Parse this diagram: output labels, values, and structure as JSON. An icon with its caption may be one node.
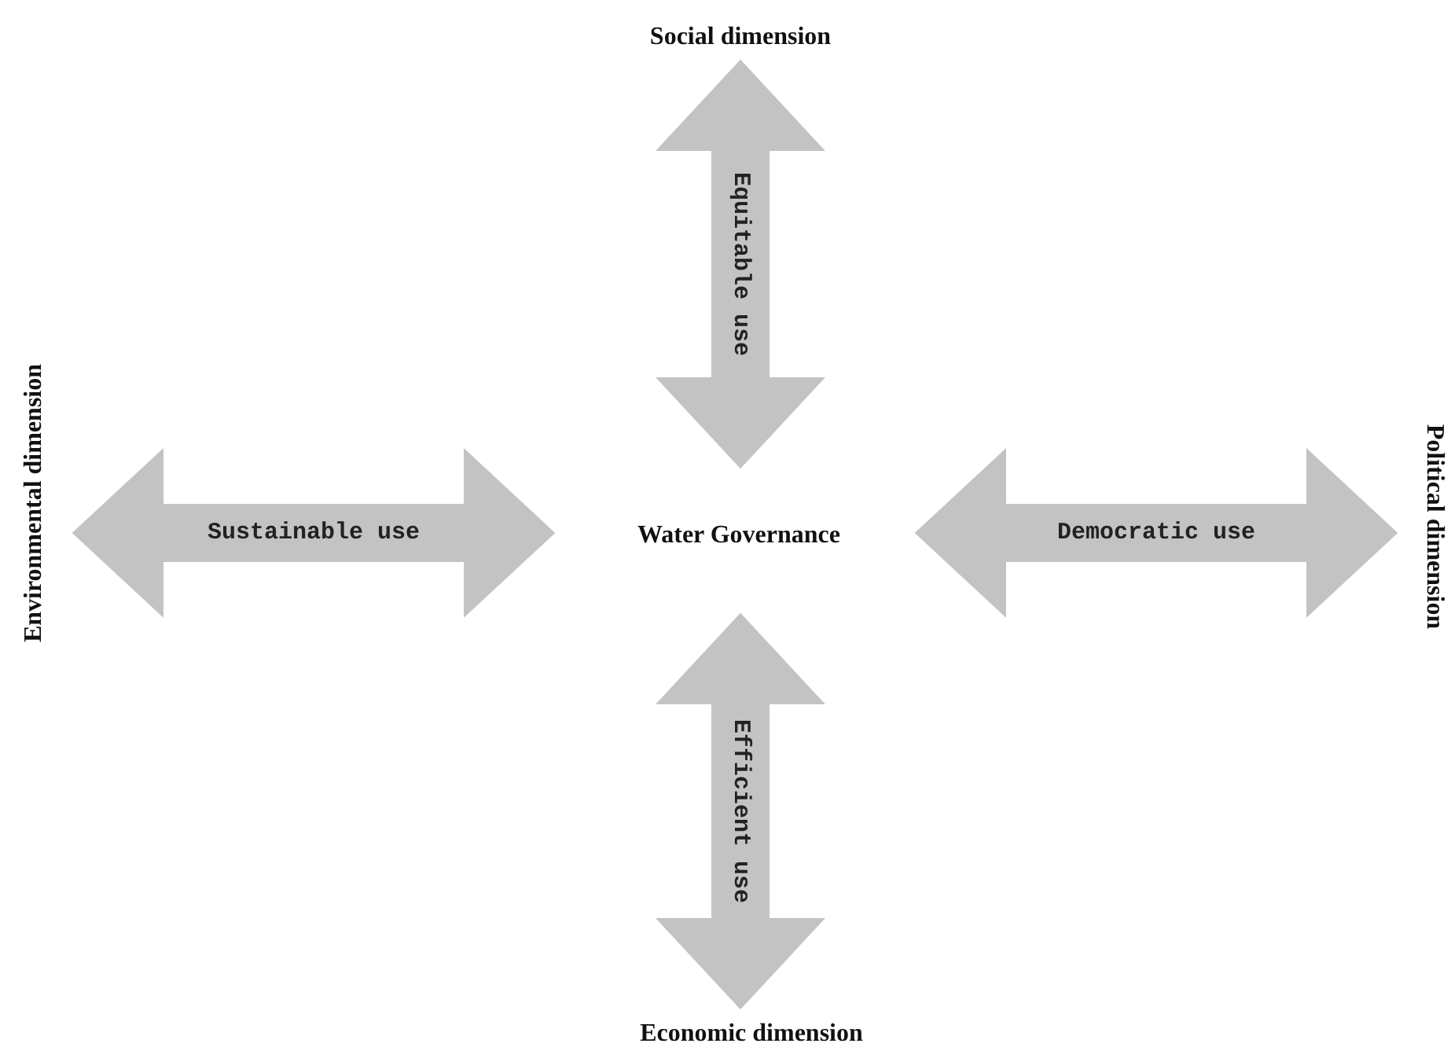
{
  "diagram": {
    "nodes": [
      {
        "text": [
          "Water Governance"
        ]
      },
      {
        "text": [
          "Social dimension"
        ]
      },
      {
        "text": [
          "Environmental dimension"
        ]
      },
      {
        "text": [
          "Political dimension"
        ]
      },
      {
        "text": [
          "Economic dimension"
        ]
      }
    ],
    "edges": [
      {
        "from": 0,
        "to": 1,
        "arrow": "both",
        "label": "Equitable use"
      },
      {
        "from": 0,
        "to": 2,
        "arrow": "both",
        "label": "Sustainable use"
      },
      {
        "from": 0,
        "to": 3,
        "arrow": "both",
        "label": "Democratic use"
      },
      {
        "from": 0,
        "to": 4,
        "arrow": "both",
        "label": "Efficient use"
      }
    ]
  }
}
